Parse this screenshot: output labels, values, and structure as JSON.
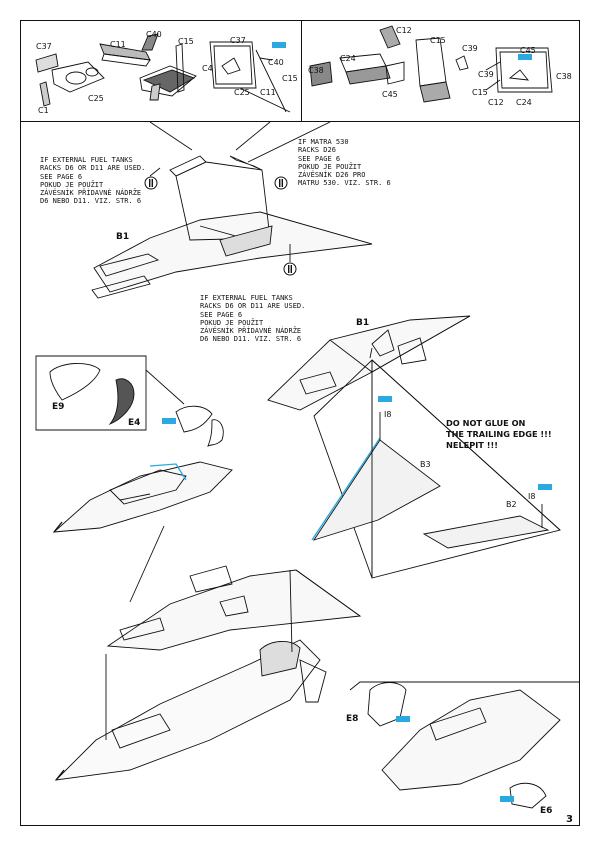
{
  "page": {
    "number": "3"
  },
  "notes": {
    "fuel_tanks_left": "IF EXTERNAL FUEL TANKS\nRACKS D6 OR D11 ARE USED.\nSEE PAGE 6\nPOKUD JE POUŽIT\nZÁVĚSNÍK PŘÍDAVNÉ NÁDRŽE\nD6 NEBO D11. VIZ. STR. 6",
    "matra": "IF MATRA 530\nRACKS D26\nSEE PAGE 6\nPOKUD JE POUŽIT\nZÁVĚSNÍK D26 PRO\nMATRU 530. VIZ. STR. 6",
    "fuel_tanks_center": "IF EXTERNAL FUEL TANKS\nRACKS D6 OR D11 ARE USED.\nSEE PAGE 6\nPOKUD JE POUŽIT\nZÁVĚSNÍK PŘÍDAVNÉ NÁDRŽE\nD6 NEBO D11. VIZ. STR. 6",
    "trailing_edge": "DO NOT GLUE ON\nTHE TRAILING EDGE !!!\nNELEPIT !!!"
  },
  "labels": {
    "c37a": "C37",
    "c11a": "C11",
    "c40a": "C40",
    "c15a": "C15",
    "c37b": "C37",
    "c4a": "C4",
    "c25a": "C25",
    "c1a": "C1",
    "c25b": "C25",
    "c11b": "C11",
    "c40b": "C40",
    "c15b": "C15",
    "c12a": "C12",
    "c15c": "C15",
    "c39a": "C39",
    "c45a": "C45",
    "c38a": "C38",
    "c24a": "C24",
    "c45b": "C45",
    "c39b": "C39",
    "c38b": "C38",
    "c15d": "C15",
    "c12b": "C12",
    "c24b": "C24",
    "b1a": "B1",
    "b1b": "B1",
    "e9": "E9",
    "e4": "E4",
    "i8a": "I8",
    "b3": "B3",
    "i8b": "I8",
    "b2": "B2",
    "e8": "E8",
    "e6": "E6"
  }
}
